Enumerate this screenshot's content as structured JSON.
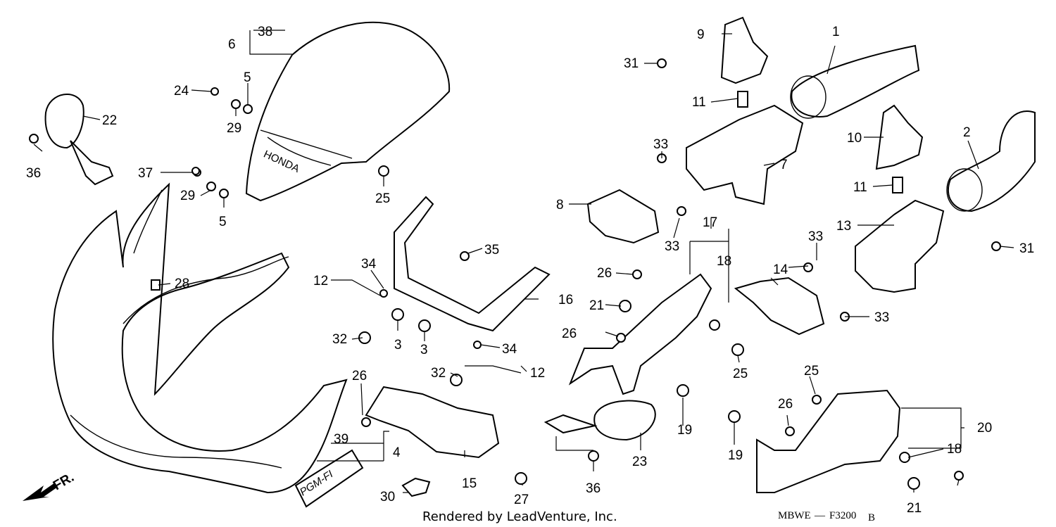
{
  "diagram_code": "MBWE",
  "diagram_ref": "F3200",
  "diagram_rev": "B",
  "render_credit": "Rendered by LeadVenture, Inc.",
  "front_marker": "FR.",
  "emblem_text": "PGM-FI",
  "screen_logo": "HONDA",
  "callouts": [
    "1",
    "2",
    "3",
    "3",
    "4",
    "5",
    "5",
    "6",
    "7",
    "8",
    "9",
    "10",
    "11",
    "11",
    "12",
    "12",
    "13",
    "14",
    "15",
    "16",
    "17",
    "18",
    "18",
    "19",
    "19",
    "20",
    "21",
    "21",
    "22",
    "23",
    "24",
    "25",
    "25",
    "25",
    "26",
    "26",
    "26",
    "26",
    "27",
    "28",
    "29",
    "29",
    "30",
    "31",
    "31",
    "32",
    "32",
    "33",
    "33",
    "33",
    "33",
    "34",
    "34",
    "35",
    "36",
    "36",
    "37",
    "38",
    "39"
  ]
}
